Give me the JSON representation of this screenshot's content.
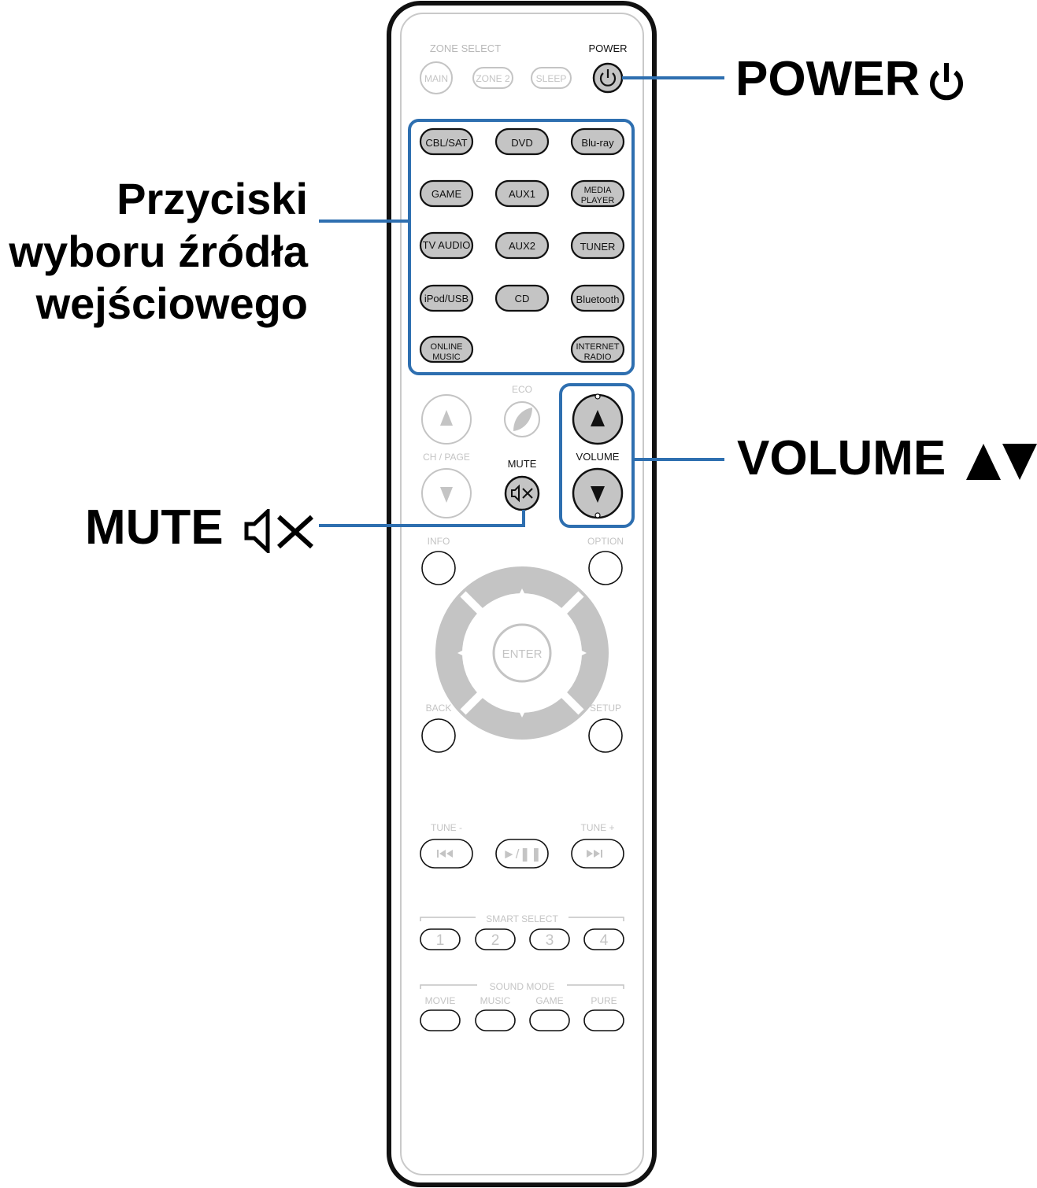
{
  "callouts": {
    "power": "POWER",
    "power_icon": "power-icon",
    "volume": "VOLUME",
    "volume_icon": "up-down-triangles-icon",
    "mute": "MUTE",
    "mute_icon": "speaker-mute-icon",
    "input_line1": "Przyciski",
    "input_line2": "wyboru źródła",
    "input_line3": "wejściowego"
  },
  "colors": {
    "callout_line": "#2e6fb0",
    "button_fill": "#c4c4c4",
    "faded": "#c4c4c4",
    "outline": "#111111"
  },
  "remote": {
    "zone_select": "ZONE SELECT",
    "power_label": "POWER",
    "main": "MAIN",
    "zone2": "ZONE 2",
    "sleep": "SLEEP",
    "sources": {
      "cbl_sat": "CBL/SAT",
      "dvd": "DVD",
      "bluray": "Blu-ray",
      "game": "GAME",
      "aux1": "AUX1",
      "media_player_1": "MEDIA",
      "media_player_2": "PLAYER",
      "tv_audio": "TV AUDIO",
      "aux2": "AUX2",
      "tuner": "TUNER",
      "ipod_usb": "iPod/USB",
      "cd": "CD",
      "bluetooth": "Bluetooth",
      "online_music_1": "ONLINE",
      "online_music_2": "MUSIC",
      "internet_radio_1": "INTERNET",
      "internet_radio_2": "RADIO"
    },
    "eco": "ECO",
    "ch_page": "CH / PAGE",
    "mute_label": "MUTE",
    "volume_label": "VOLUME",
    "info": "INFO",
    "option": "OPTION",
    "enter": "ENTER",
    "back": "BACK",
    "setup": "SETUP",
    "tune_minus": "TUNE  -",
    "tune_plus": "TUNE  +",
    "play_pause": "►/❚❚",
    "smart_select": "SMART SELECT",
    "smart_1": "1",
    "smart_2": "2",
    "smart_3": "3",
    "smart_4": "4",
    "sound_mode": "SOUND MODE",
    "movie": "MOVIE",
    "music": "MUSIC",
    "game_mode": "GAME",
    "pure": "PURE"
  }
}
